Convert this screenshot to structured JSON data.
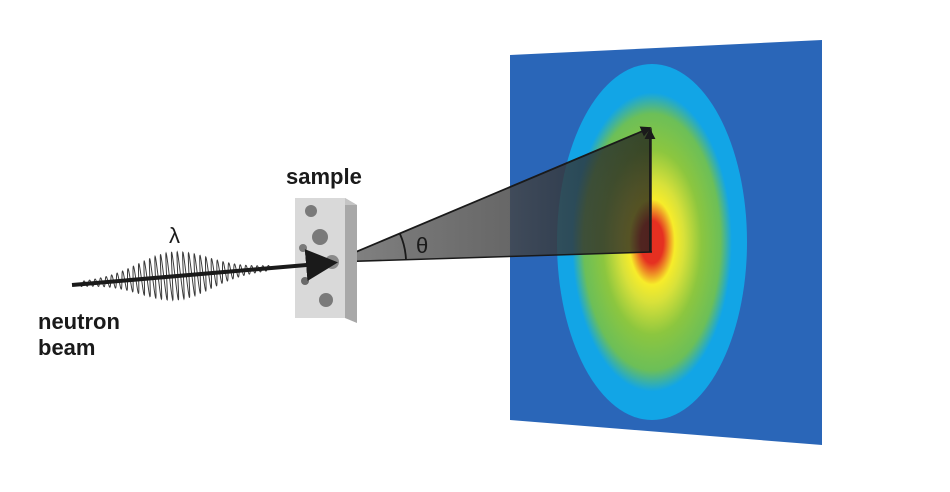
{
  "labels": {
    "sample": "sample",
    "wavelength": "λ",
    "angle": "θ",
    "beam_line1": "neutron",
    "beam_line2": "beam"
  },
  "colors": {
    "detector_background": "#2a66b8",
    "ring_outer": "#12a5e6",
    "ring_green": "#8cc63f",
    "ring_yellow": "#f7ec2a",
    "center_red": "#e53021",
    "sample_face": "#d9d9d9",
    "sample_side": "#a8a8a8",
    "pore": "#7a7a7a",
    "scatter_cone": "#6d6d6d",
    "beam": "#1a1a1a"
  },
  "icons": {
    "wave": "sinusoid-wave-icon",
    "sample_block": "porous-sample-block-icon",
    "detector": "2d-detector-icon"
  }
}
